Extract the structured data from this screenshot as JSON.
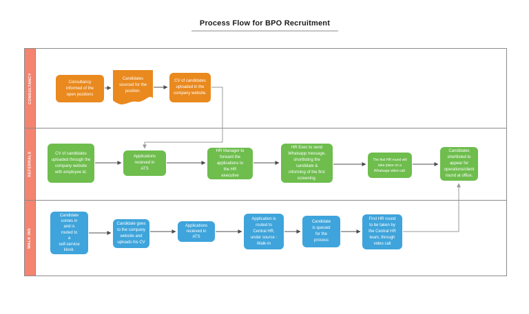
{
  "title": "Process Flow for BPO Recruitment",
  "colors": {
    "lane_label_bg": "#F4836F",
    "consultancy_shape": "#E9891E",
    "referrals_shape": "#6EBD4D",
    "walkins_shape": "#3EA4DB",
    "frame_border": "#8A8A8A",
    "connector": "#999999",
    "arrow": "#4D4D4D",
    "shape_text": "#FFFFFF"
  },
  "lanes": [
    {
      "label": "CONSULTANCY",
      "shapes": [
        {
          "name": "consultancy-informed",
          "type": "process",
          "text": "Consultancy\ninformed of the\nopen positions"
        },
        {
          "name": "candidates-sourced",
          "type": "document",
          "text": "Candidates\nsourced for the\nposition."
        },
        {
          "name": "cv-uploaded-website",
          "type": "process",
          "text": "CV of candidates\nuploaded in the\ncompany website."
        }
      ]
    },
    {
      "label": "REFERRALS",
      "shapes": [
        {
          "name": "cv-uploaded-employee-id",
          "type": "process",
          "text": "CV of candidates\nuploaded through the\ncompany website\nwith employee id."
        },
        {
          "name": "applications-received-ats",
          "type": "process",
          "text": "Applications\nrecieved in\nATS"
        },
        {
          "name": "hr-manager-forward",
          "type": "process",
          "text": "HR Manager to\nforward the\napplications to\nthe HR\nexecutive"
        },
        {
          "name": "hr-exec-whatsapp",
          "type": "process",
          "text": "HR Exec to send\nWhatsapp message,\nshortlisting the\ncandidate &\ninforming of the first\nscreening."
        },
        {
          "name": "first-hr-round-whatsapp",
          "type": "process",
          "text": "The first HR round will\ntake place on a\nWhatsapp video call."
        },
        {
          "name": "candidates-shortlisted-office",
          "type": "process",
          "text": "Candidates\nshortlisted to\nappear for\noperations/client\nround at office."
        }
      ]
    },
    {
      "label": "WALK INS",
      "shapes": [
        {
          "name": "candidate-kiosk",
          "type": "process",
          "text": "Candidate\ncomes in\nand is\nrouted to\na\nself-service\nkiosk."
        },
        {
          "name": "candidate-uploads-cv",
          "type": "process",
          "text": "Candidate goes\nto the company\nwebsite and\nuploads his CV"
        },
        {
          "name": "applications-received-ats-walkin",
          "type": "process",
          "text": "Applications\nrecieved in\nATS"
        },
        {
          "name": "application-routed-central-hr",
          "type": "process",
          "text": "Application is\nrouted to\nCentral HR,\nunder source :\nWalk-In"
        },
        {
          "name": "candidate-queued",
          "type": "process",
          "text": "Candidate\nis queued\nfor the\nprocess"
        },
        {
          "name": "first-hr-round-video",
          "type": "process",
          "text": "First HR round\nto be taken by\nthe Central HR\nteam, through\nvideo call"
        }
      ]
    }
  ]
}
